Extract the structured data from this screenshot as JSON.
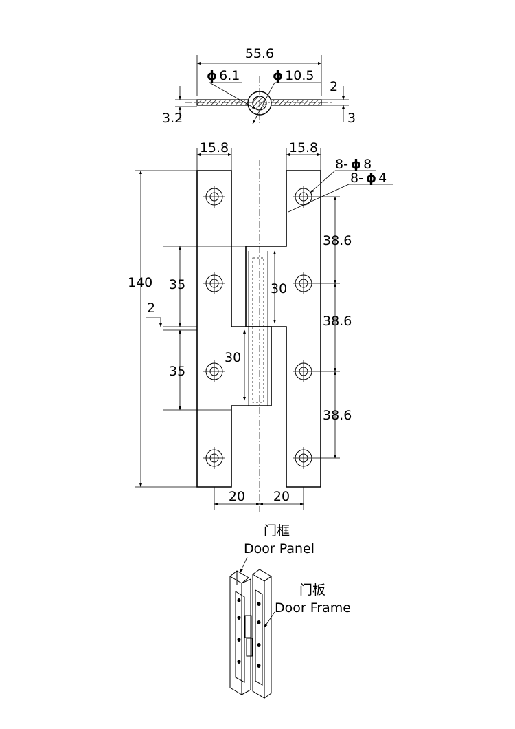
{
  "top_view": {
    "overall_width": "55.6",
    "pin_hole_dia": "6.1",
    "knuckle_dia": "10.5",
    "dia_symbol": "ϕ",
    "leaf_thickness_right": "2",
    "height_left": "3.2",
    "height_right": "3"
  },
  "front_view": {
    "leaf_width_left": "15.8",
    "leaf_width_right": "15.8",
    "hole_count_outer": "8-",
    "hole_outer_dia": "8",
    "hole_count_inner": "8-",
    "hole_inner_dia": "4",
    "pitch_1": "38.6",
    "pitch_2": "38.6",
    "pitch_3": "38.6",
    "total_height": "140",
    "leaf_segment_upper": "35",
    "leaf_segment_lower": "35",
    "gap": "2",
    "knuckle_upper": "30",
    "knuckle_lower": "30",
    "offset_left": "20",
    "offset_right": "20"
  },
  "isometric": {
    "label_upper_cn": "门框",
    "label_upper_en": "Door Panel",
    "label_lower_cn": "门板",
    "label_lower_en": "Door Frame"
  }
}
